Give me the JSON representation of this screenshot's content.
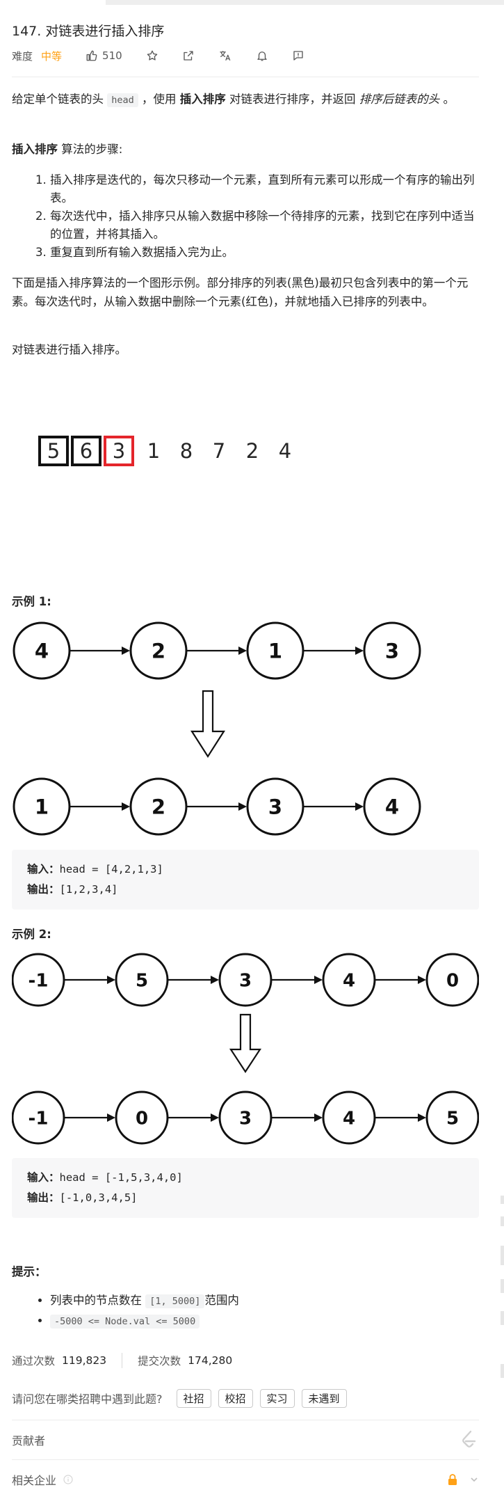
{
  "problem": {
    "title": "147. 对链表进行插入排序",
    "difficulty_label": "难度",
    "difficulty": "中等",
    "likes": "510"
  },
  "description": {
    "p1_a": "给定单个链表的头 ",
    "p1_code": "head",
    "p1_b": " ，使用 ",
    "p1_bold": "插入排序",
    "p1_c": " 对链表进行排序，并返回 ",
    "p1_italic": "排序后链表的头",
    "p1_d": " 。",
    "p2_bold": "插入排序",
    "p2_rest": " 算法的步骤:",
    "steps": [
      "插入排序是迭代的，每次只移动一个元素，直到所有元素可以形成一个有序的输出列表。",
      "每次迭代中，插入排序只从输入数据中移除一个待排序的元素，找到它在序列中适当的位置，并将其插入。",
      "重复直到所有输入数据插入完为止。"
    ],
    "p3": "下面是插入排序算法的一个图形示例。部分排序的列表(黑色)最初只包含列表中的第一个元素。每次迭代时，从输入数据中删除一个元素(红色)，并就地插入已排序的列表中。",
    "p4": "对链表进行插入排序。"
  },
  "animation": {
    "boxed": [
      "5",
      "6"
    ],
    "current": "3",
    "rest": [
      "1",
      "8",
      "7",
      "2",
      "4"
    ],
    "sorted_color": "#111111",
    "current_color": "#e4252b"
  },
  "examples": [
    {
      "label": "示例 1:",
      "before": [
        "4",
        "2",
        "1",
        "3"
      ],
      "after": [
        "1",
        "2",
        "3",
        "4"
      ],
      "input_label": "输入：",
      "input": "head = [4,2,1,3]",
      "output_label": "输出：",
      "output": "[1,2,3,4]"
    },
    {
      "label": "示例 2:",
      "before": [
        "-1",
        "5",
        "3",
        "4",
        "0"
      ],
      "after": [
        "-1",
        "0",
        "3",
        "4",
        "5"
      ],
      "input_label": "输入：",
      "input": "head = [-1,5,3,4,0]",
      "output_label": "输出：",
      "output": "[-1,0,3,4,5]"
    }
  ],
  "hints": {
    "title": "提示：",
    "h1_a": "列表中的节点数在 ",
    "h1_code": "[1, 5000]",
    "h1_b": "范围内",
    "h2_code": "-5000 <= Node.val <= 5000"
  },
  "stats": {
    "accepted_label": "通过次数",
    "accepted": "119,823",
    "submitted_label": "提交次数",
    "submitted": "174,280"
  },
  "poll": {
    "question": "请问您在哪类招聘中遇到此题?",
    "options": [
      "社招",
      "校招",
      "实习",
      "未遇到"
    ]
  },
  "sections": {
    "contributors": "贡献者",
    "companies": "相关企业"
  },
  "colors": {
    "accent": "#ffa116"
  }
}
